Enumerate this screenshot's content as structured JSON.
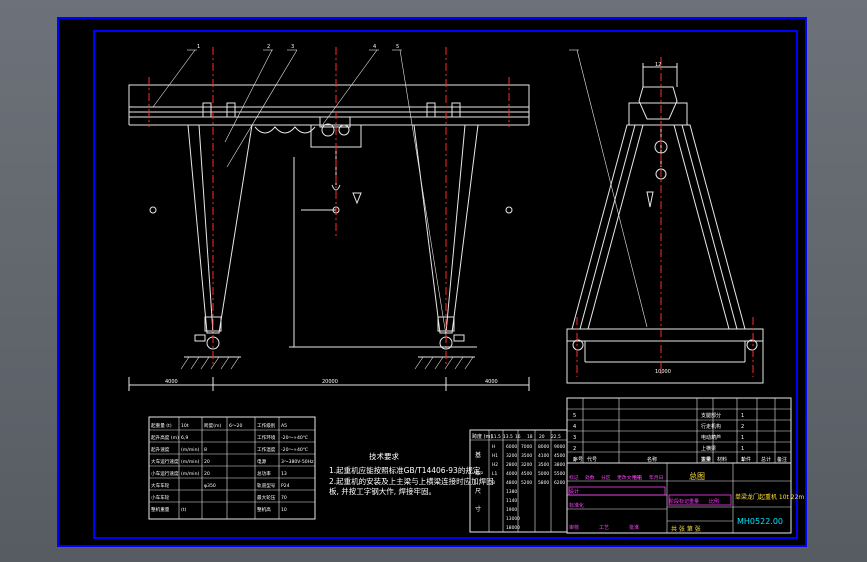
{
  "drawing": {
    "notes_title": "技术要求",
    "notes": [
      "1.起重机应能按照标准GB/T14406-93的规定。",
      "2.起重机的安装及上主梁与上横梁连接时应加焊固",
      "  板, 并按工字钢大作, 焊接牢固。"
    ],
    "center_dims": [
      "4000",
      "20000",
      "4000"
    ],
    "side_dims": [
      "12",
      "10000"
    ],
    "part_markers": [
      "1",
      "2",
      "3",
      "4",
      "5"
    ],
    "params_table": [
      [
        "起重量 (t)",
        "10t",
        "跨度(m)",
        "6～20",
        "工作级别",
        "A5"
      ],
      [
        "起升高度 (m)",
        "6,9",
        "",
        "",
        "工作环境",
        "-20～+40℃"
      ],
      [
        "起升速度",
        "(m/min)",
        "8",
        "",
        "工作温度",
        "-20～+40℃"
      ],
      [
        "大车运行速度",
        "(m/min)",
        "20",
        "",
        "电源",
        "3～380V-50Hz"
      ],
      [
        "小车运行速度",
        "(m/min)",
        "20",
        "",
        "总功率",
        "13"
      ],
      [
        "大车车轮",
        "",
        "φ350",
        "",
        "轨道型号",
        "P24"
      ],
      [
        "小车车轮",
        "",
        "",
        "",
        "最大轮压",
        "70"
      ],
      [
        "整机重量",
        "(t)",
        "",
        "",
        "整机高",
        "10"
      ]
    ],
    "dims_table_header": "跨度 (m)",
    "dims_table_cols": [
      "11.5",
      "13.5",
      "16",
      "18",
      "20",
      "22.5"
    ],
    "dims_table_side": "基本尺寸",
    "dims_table_rows": [
      [
        "H",
        "6000",
        "7000",
        "8000",
        "9000"
      ],
      [
        "H1",
        "3200",
        "3500",
        "4100",
        "4500"
      ],
      [
        "H2",
        "2800",
        "3200",
        "3500",
        "3800"
      ],
      [
        "L1",
        "4000",
        "4500",
        "5000",
        "5500"
      ],
      [
        "B",
        "4800",
        "5200",
        "5800",
        "6200"
      ],
      [
        "",
        "1380"
      ],
      [
        "",
        "1140"
      ],
      [
        "",
        "1900"
      ],
      [
        "",
        "13000"
      ],
      [
        "",
        "18000"
      ]
    ],
    "bom_rows": [
      [
        "5",
        "",
        "",
        "支腿部分",
        "",
        "1",
        "",
        ""
      ],
      [
        "4",
        "",
        "",
        "行走机构",
        "",
        "2",
        "",
        ""
      ],
      [
        "3",
        "",
        "",
        "电动葫芦",
        "",
        "1",
        "",
        ""
      ],
      [
        "2",
        "",
        "",
        "上横梁",
        "",
        "1",
        "",
        ""
      ],
      [
        "1",
        "",
        "",
        "主梁",
        "",
        "1",
        "",
        ""
      ]
    ],
    "bom_header": [
      "序号",
      "代号",
      "名称",
      "数量",
      "材料",
      "单件",
      "总计",
      "备注"
    ],
    "title_company": "总图",
    "title_name": "单梁龙门起重机 10t 22m",
    "drawing_no": "MH0522.00",
    "title_labels": [
      "标记",
      "处数",
      "分区",
      "更改文件号",
      "签名",
      "年月日",
      "设计",
      "标准化",
      "阶段标记",
      "重量",
      "比例",
      "审核",
      "工艺",
      "批准",
      "共 张 第 张"
    ]
  },
  "colors": {
    "background": "#5b5f66",
    "sheet": "#000000",
    "frame": "#0000ff",
    "lines": "#e8e8e8",
    "center_lines": "#ff2a2a",
    "highlight": "#ff3cff",
    "title_accent": "#ffe33a"
  }
}
